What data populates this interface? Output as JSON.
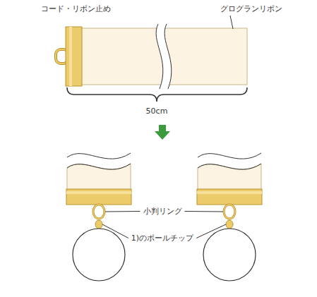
{
  "diagram": {
    "labels": [
      "コード・リボン止め",
      "グログランリボン",
      "50cm",
      "小判リング",
      "1)のボールチップ"
    ]
  }
}
